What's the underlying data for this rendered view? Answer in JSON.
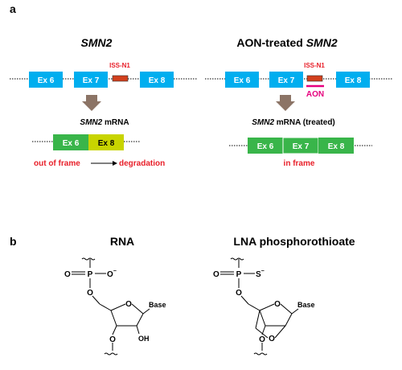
{
  "panel_a": {
    "label": "a",
    "left": {
      "title": "SMN2",
      "exons": [
        "Ex 6",
        "Ex 7",
        "Ex 8"
      ],
      "iss_label": "ISS-N1",
      "mrna_label_gene": "SMN2",
      "mrna_label_rest": " mRNA",
      "mrna_exons": [
        "Ex 6",
        "Ex 8"
      ],
      "result_left": "out of frame",
      "result_right": "degradation"
    },
    "right": {
      "title_prefix": "AON-treated ",
      "title_gene": "SMN2",
      "exons": [
        "Ex 6",
        "Ex 7",
        "Ex 8"
      ],
      "iss_label": "ISS-N1",
      "aon_label": "AON",
      "mrna_label_gene": "SMN2",
      "mrna_label_rest": " mRNA (treated)",
      "mrna_exons": [
        "Ex 6",
        "Ex 7",
        "Ex 8"
      ],
      "result": "in frame"
    }
  },
  "panel_b": {
    "label": "b",
    "left": {
      "title": "RNA",
      "o_double": "O",
      "p": "P",
      "o_minus": "O",
      "o_link": "O",
      "ring_o": "O",
      "base": "Base",
      "o3": "O",
      "oh": "OH"
    },
    "right": {
      "title": "LNA phosphorothioate",
      "o_double": "O",
      "p": "P",
      "s_minus": "S",
      "o_link": "O",
      "ring_o": "O",
      "base": "Base",
      "o3": "O",
      "o_bridge": "O"
    }
  },
  "colors": {
    "exon_blue": "#00aeef",
    "exon_green": "#39b54a",
    "exon_lime": "#c8d400",
    "iss_red": "#d2401e",
    "aon_magenta": "#e6007e",
    "text_red": "#e8202a",
    "arrow_brown": "#8c7466"
  }
}
